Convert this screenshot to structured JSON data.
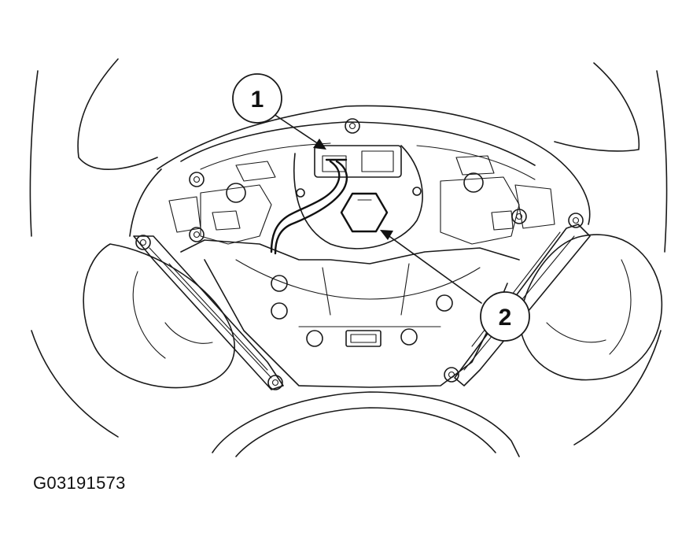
{
  "callouts": [
    {
      "id": "1",
      "label": "1"
    },
    {
      "id": "2",
      "label": "2"
    }
  ],
  "figure_id": "G03191573",
  "colors": {
    "line": "#1a1a1a",
    "background": "#ffffff"
  }
}
